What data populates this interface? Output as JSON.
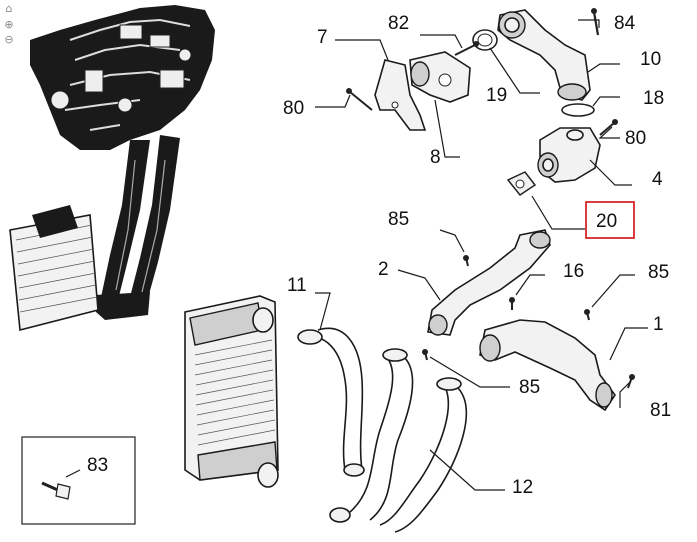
{
  "toolbar": {
    "zoom_in_icon": "magnifier-plus-icon",
    "zoom_out_icon": "magnifier-minus-icon",
    "home_icon": "home-icon"
  },
  "callouts": {
    "c84": "84",
    "c82": "82",
    "c7": "7",
    "c10": "10",
    "c19": "19",
    "c18": "18",
    "c80a": "80",
    "c80b": "80",
    "c8": "8",
    "c4": "4",
    "c20": "20",
    "c85a": "85",
    "c2": "2",
    "c16": "16",
    "c85b": "85",
    "c11": "11",
    "c1": "1",
    "c85c": "85",
    "c81": "81",
    "c83": "83",
    "c12": "12"
  },
  "highlight": {
    "callout": "20",
    "color": "#d9262b"
  }
}
